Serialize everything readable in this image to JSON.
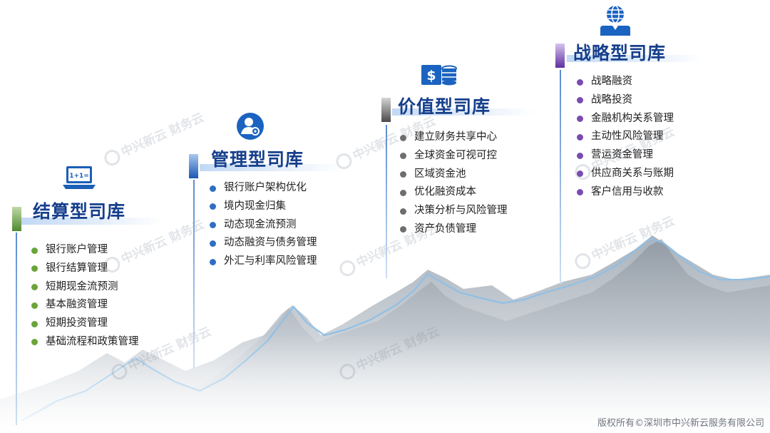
{
  "stages": [
    {
      "title": "结算型司库",
      "icon": "calculator-laptop-icon",
      "accent": "#4f8a2f",
      "dot": "#6aa43a",
      "items": [
        "银行账户管理",
        "银行结算管理",
        "短期现金流预测",
        "基本融资管理",
        "短期投资管理",
        "基础流程和政策管理"
      ]
    },
    {
      "title": "管理型司库",
      "icon": "manager-user-icon",
      "accent": "#2f6fc4",
      "dot": "#2e6fc2",
      "items": [
        "银行账户架构优化",
        "境内现金归集",
        "动态现金流预测",
        "动态融资与债务管理",
        "外汇与利率风险管理"
      ]
    },
    {
      "title": "价值型司库",
      "icon": "money-coins-icon",
      "accent": "#555555",
      "dot": "#6e6e6e",
      "items": [
        "建立财务共享中心",
        "全球资金可视可控",
        "区域资金池",
        "优化融资成本",
        "决策分析与风险管理",
        "资产负债管理"
      ]
    },
    {
      "title": "战略型司库",
      "icon": "globe-strategy-icon",
      "accent": "#6a3ca8",
      "dot": "#7a4bb3",
      "items": [
        "战略融资",
        "战略投资",
        "金融机构关系管理",
        "主动性风险管理",
        "营运资金管理",
        "供应商关系与账期",
        "客户信用与收款"
      ]
    }
  ],
  "icon_text": {
    "calculator": "1+1="
  },
  "watermark": {
    "name": "财务云",
    "company": "中兴新云"
  },
  "footer": {
    "copyright": "版权所有©深圳市中兴新云服务有限公司"
  }
}
